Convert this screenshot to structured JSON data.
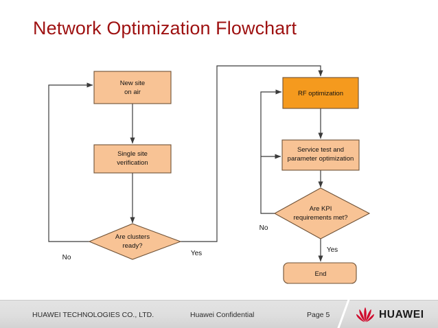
{
  "slide": {
    "title": "Network Optimization Flowchart",
    "title_color": "#9E1111",
    "background": "#FFFFFF"
  },
  "palette": {
    "node_fill": "#F8C395",
    "node_highlight_fill": "#F59A1E",
    "node_stroke": "#6E5136",
    "edge_stroke": "#3B3B3B",
    "footer_bg": "#DEDEDE",
    "logo_red": "#CF0A2C"
  },
  "flowchart": {
    "type": "flowchart",
    "nodes": [
      {
        "id": "new-site",
        "shape": "rectangle",
        "label_lines": [
          "New site",
          "on air"
        ],
        "highlight": false
      },
      {
        "id": "single-site",
        "shape": "rectangle",
        "label_lines": [
          "Single site",
          "verification"
        ],
        "highlight": false
      },
      {
        "id": "clusters",
        "shape": "diamond",
        "label_lines": [
          "Are clusters",
          "ready?"
        ],
        "highlight": false
      },
      {
        "id": "rf-opt",
        "shape": "rectangle",
        "label_lines": [
          "RF optimization"
        ],
        "highlight": true
      },
      {
        "id": "service-test",
        "shape": "rectangle",
        "label_lines": [
          "Service test and",
          "parameter optimization"
        ],
        "highlight": false
      },
      {
        "id": "kpi",
        "shape": "diamond",
        "label_lines": [
          "Are KPI",
          "requirements met?"
        ],
        "highlight": false
      },
      {
        "id": "end",
        "shape": "rounded-rectangle",
        "label_lines": [
          "End"
        ],
        "highlight": false
      }
    ],
    "edges": [
      {
        "from": "new-site",
        "to": "single-site",
        "label": ""
      },
      {
        "from": "single-site",
        "to": "clusters",
        "label": ""
      },
      {
        "from": "clusters",
        "to": "new-site",
        "label": "No"
      },
      {
        "from": "clusters",
        "to": "rf-opt",
        "label": "Yes"
      },
      {
        "from": "rf-opt",
        "to": "service-test",
        "label": ""
      },
      {
        "from": "service-test",
        "to": "kpi",
        "label": ""
      },
      {
        "from": "kpi",
        "to": "rf-opt",
        "label": "No"
      },
      {
        "from": "kpi",
        "to": "service-test",
        "label": ""
      },
      {
        "from": "kpi",
        "to": "end",
        "label": "Yes"
      }
    ],
    "labels": {
      "new_site_l1": "New site",
      "new_site_l2": "on air",
      "single_site_l1": "Single site",
      "single_site_l2": "verification",
      "clusters_l1": "Are clusters",
      "clusters_l2": "ready?",
      "rf_opt_l1": "RF optimization",
      "service_test_l1": "Service test and",
      "service_test_l2": "parameter optimization",
      "kpi_l1": "Are KPI",
      "kpi_l2": "requirements met?",
      "end_l1": "End",
      "clusters_no": "No",
      "clusters_yes": "Yes",
      "kpi_no": "No",
      "kpi_yes": "Yes"
    }
  },
  "footer": {
    "company": "HUAWEI TECHNOLOGIES CO., LTD.",
    "confidential": "Huawei Confidential",
    "page": "Page 5",
    "logo_text": "HUAWEI"
  }
}
